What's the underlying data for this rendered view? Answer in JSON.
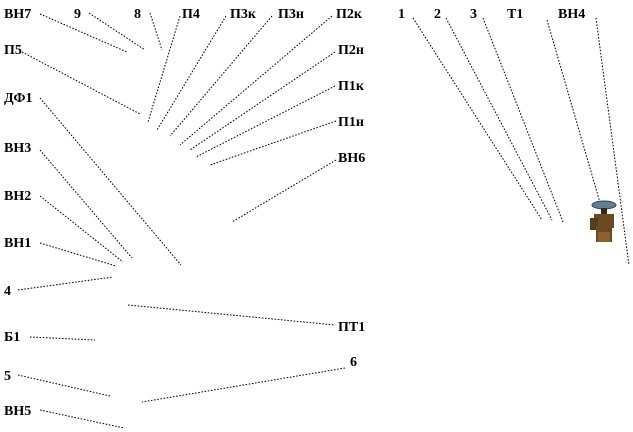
{
  "labels": {
    "vn7": "ВН7",
    "n9": "9",
    "n8": "8",
    "p4": "П4",
    "p3k": "П3к",
    "p3n": "П3н",
    "p2k": "П2к",
    "p2n": "П2н",
    "p1k": "П1к",
    "p1n": "П1н",
    "vn6": "ВН6",
    "p5": "П5",
    "df1": "ДФ1",
    "vn3": "ВН3",
    "vn2": "ВН2",
    "vn1": "ВН1",
    "n4": "4",
    "b1": "Б1",
    "n5": "5",
    "vn5": "ВН5",
    "pt1": "ПТ1",
    "n6": "6",
    "n1": "1",
    "n2": "2",
    "n3": "3",
    "t1": "Т1",
    "vn4": "ВН4"
  },
  "valve_icon": "valve-icon",
  "colors": {
    "text": "#000000",
    "leader": "#000000",
    "valve_body": "#6b4a22",
    "valve_handwheel": "#5f7f93"
  }
}
